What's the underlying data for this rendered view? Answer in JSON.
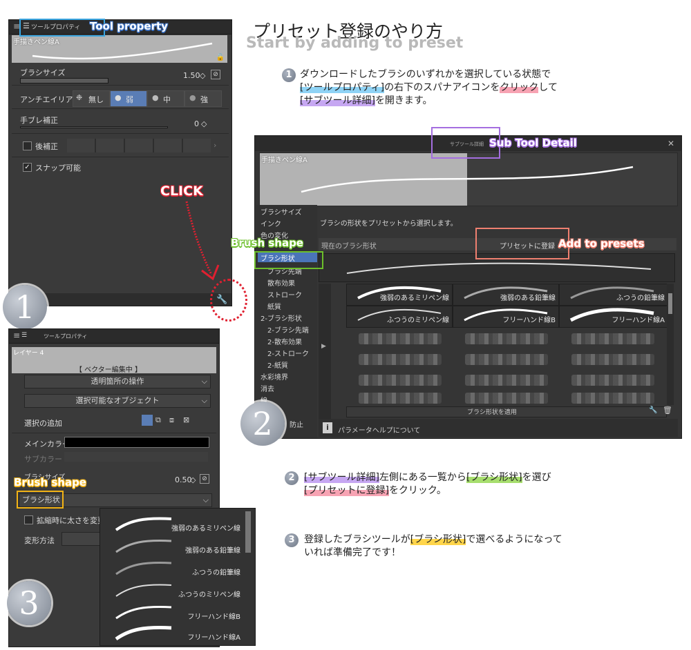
{
  "title": {
    "jp": "プリセット登録のやり方",
    "en": "Start by adding to preset"
  },
  "panel1": {
    "tab": "ツールプロパティ",
    "callout": "Tool property",
    "brush_name": "手描きペン線A",
    "brush_size_label": "ブラシサイズ",
    "brush_size_value": "1.50",
    "antialias_label": "アンチエイリアス",
    "aa_options": [
      "無し",
      "弱",
      "中",
      "強"
    ],
    "stabilization_label": "手ブレ補正",
    "stabilization_value": "0",
    "post_correction_label": "後補正",
    "snap_label": "スナップ可能",
    "click_callout": "CLICK",
    "step": "1"
  },
  "panel2": {
    "title": "サブツール詳細",
    "callout_subtool": "Sub Tool Detail",
    "brush_name": "手描きペン線A",
    "categories": [
      "ブラシサイズ",
      "インク",
      "色の変化",
      "ブラシ形状",
      "ブラシ先端",
      "散布効果",
      "ストローク",
      "紙質",
      "2-ブラシ形状",
      "2-ブラシ先端",
      "2-散布効果",
      "2-ストローク",
      "2-紙質",
      "水彩境界",
      "消去",
      "線",
      "防止"
    ],
    "description": "ブラシの形状をプリセットから選択します。",
    "current_shape_label": "現在のブラシ形状",
    "add_preset_button": "プリセットに登録",
    "callout_add": "Add to presets",
    "callout_shape": "Brush shape",
    "presets": [
      "強弱のあるミリペン線",
      "強弱のある鉛筆線",
      "ふつうの鉛筆線",
      "ふつうのミリペン線",
      "フリーハンド線B",
      "フリーハンド線A"
    ],
    "apply_button": "ブラシ形状を適用",
    "help_text": "パラメータヘルプについて",
    "step": "2"
  },
  "panel3": {
    "tab": "ツールプロパティ",
    "layer_label": "レイヤー 4",
    "editing_label": "【 ベクター編集中 】",
    "dd1": "透明箇所の操作",
    "dd2": "選択可能なオブジェクト",
    "add_selection_label": "選択の追加",
    "main_color_label": "メインカラー",
    "sub_color_label": "サブカラー",
    "brush_size_label": "ブラシサイズ",
    "brush_size_value": "0.50",
    "callout_shape": "Brush shape",
    "brush_shape_label": "ブラシ形状",
    "scale_label": "拡縮時に太さを変更",
    "transform_label": "変形方法",
    "list": [
      "強弱のあるミリペン線",
      "強弱のある鉛筆線",
      "ふつうの鉛筆線",
      "ふつうのミリペン線",
      "フリーハンド線B",
      "フリーハンド線A"
    ],
    "step": "3"
  },
  "instructions": {
    "s1": {
      "n": "1",
      "l1": "ダウンロードしたブラシのいずれかを選択している状態で",
      "l2a": "[ツールプロパティ]",
      "l2b": "の右下のスパナアイコンを",
      "l2c": "クリック",
      "l2d": "して",
      "l3a": "[サブツール詳細]",
      "l3b": "を開きます。"
    },
    "s2": {
      "n": "2",
      "l1a": "[サブツール詳細]",
      "l1b": "左側にある一覧から",
      "l1c": "[ブラシ形状]",
      "l1d": "を選び",
      "l2a": "[プリセットに登録]",
      "l2b": "をクリック。"
    },
    "s3": {
      "n": "3",
      "l1a": "登録したブラシツールが",
      "l1b": "[ブラシ形状]",
      "l1c": "で選べるようになって",
      "l2": "いれば準備完了です！"
    }
  },
  "colors": {
    "callout_blue": "#3aa5e0",
    "callout_purple": "#a46ee0",
    "callout_green": "#6cbf2a",
    "callout_salmon": "#f08070",
    "callout_yellow": "#f3b315",
    "click_red": "#e02030"
  }
}
